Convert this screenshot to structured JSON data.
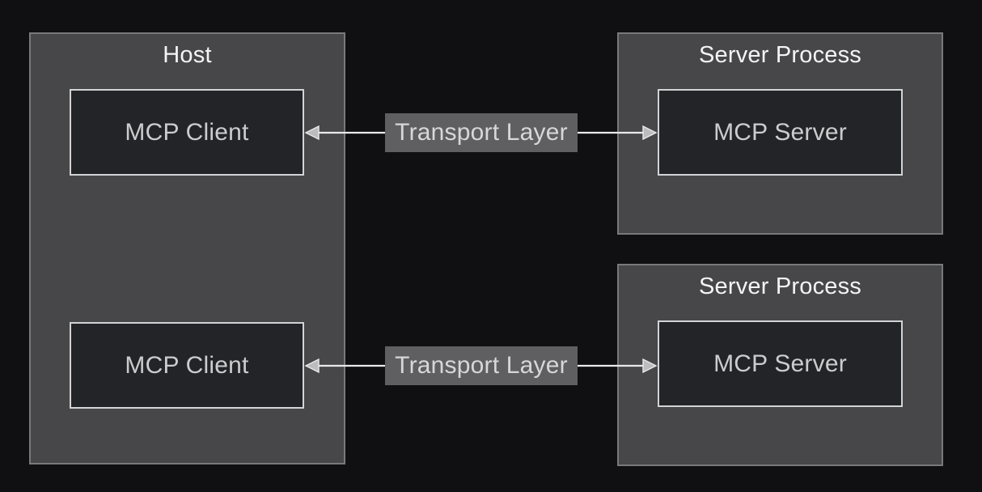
{
  "colors": {
    "bg": "#101012",
    "container_fill": "#474749",
    "container_border": "#78797b",
    "box_fill": "#232427",
    "box_border": "#d2d3d5",
    "title_color": "#f4f4f5",
    "box_text": "#cbccce",
    "label_bg": "#5f5f61",
    "label_text": "#d7d7d9",
    "arrow": "#e9e9ea",
    "arrowhead_fill": "#bcbcbe"
  },
  "host": {
    "title": "Host",
    "clients": [
      {
        "label": "MCP Client"
      },
      {
        "label": "MCP Client"
      }
    ]
  },
  "server_processes": [
    {
      "title": "Server Process",
      "server_label": "MCP Server"
    },
    {
      "title": "Server Process",
      "server_label": "MCP Server"
    }
  ],
  "transports": [
    {
      "label": "Transport Layer"
    },
    {
      "label": "Transport Layer"
    }
  ]
}
